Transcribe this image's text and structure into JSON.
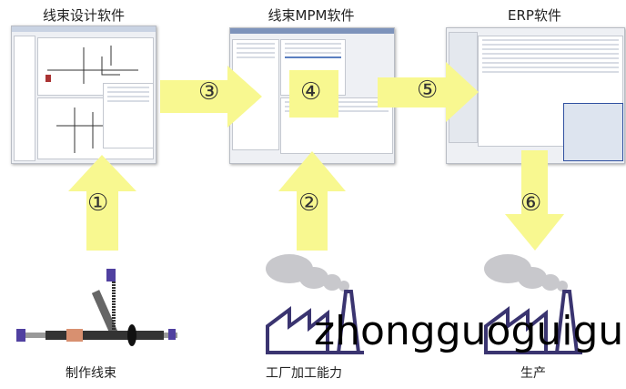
{
  "titles": {
    "design": "线束设计软件",
    "mpm": "线束MPM软件",
    "erp": "ERP软件"
  },
  "labels": {
    "harness": "制作线束",
    "factory": "工厂加工能力",
    "production": "生产"
  },
  "steps": [
    "①",
    "②",
    "③",
    "④",
    "⑤",
    "⑥"
  ],
  "watermark": "zhongguoguigu",
  "colors": {
    "arrow": "#f8f890",
    "factory": "#3a3470",
    "smoke": "#c8c8cc"
  }
}
